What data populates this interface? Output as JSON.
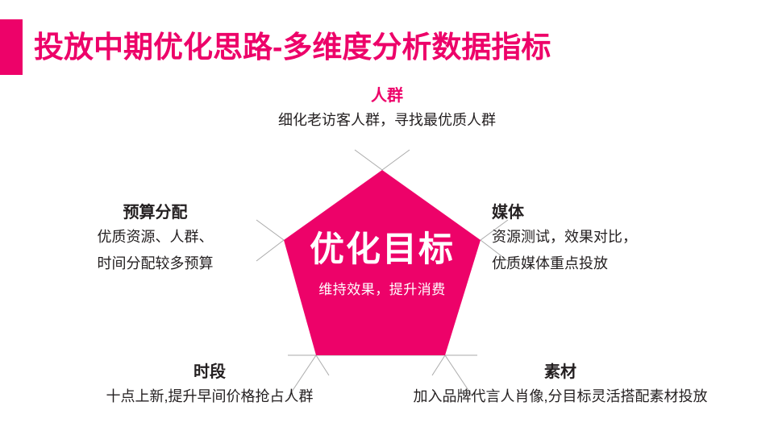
{
  "header": {
    "title": "投放中期优化思路-多维度分析数据指标",
    "accent_color": "#ED0269"
  },
  "diagram": {
    "type": "pentagon-radial",
    "center": {
      "title": "优化目标",
      "subtitle": "维持效果，提升消费",
      "fill_color": "#ED0269",
      "text_color": "#FFFFFF"
    },
    "line_color": "#9c9c9c",
    "nodes": [
      {
        "id": "people",
        "heading": "人群",
        "heading_color": "#ED0269",
        "lines": [
          "细化老访客人群，寻找最优质人群"
        ],
        "position": "top"
      },
      {
        "id": "budget",
        "heading": "预算分配",
        "heading_color": "#231F20",
        "lines": [
          "优质资源、人群、",
          "时间分配较多预算"
        ],
        "position": "left"
      },
      {
        "id": "media",
        "heading": "媒体",
        "heading_color": "#231F20",
        "lines": [
          "资源测试，效果对比，",
          "优质媒体重点投放"
        ],
        "position": "right"
      },
      {
        "id": "timeslot",
        "heading": "时段",
        "heading_color": "#231F20",
        "lines": [
          "十点上新,提升早间价格抢占人群"
        ],
        "position": "bottom-left"
      },
      {
        "id": "creative",
        "heading": "素材",
        "heading_color": "#231F20",
        "lines": [
          "加入品牌代言人肖像,分目标灵活搭配素材投放"
        ],
        "position": "bottom-right"
      }
    ]
  }
}
